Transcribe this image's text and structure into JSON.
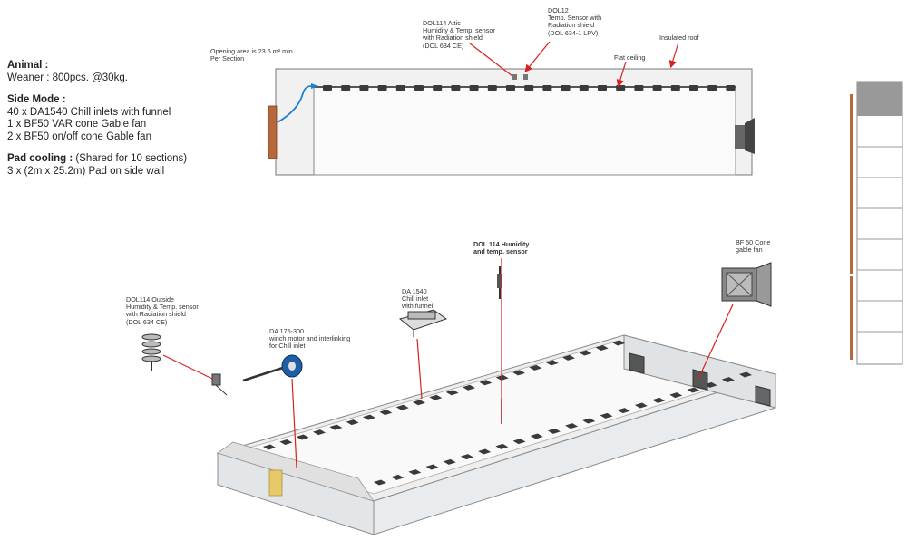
{
  "spec": {
    "animal_heading": "Animal :",
    "animal_value": "Weaner : 800pcs. @30kg.",
    "side_mode_heading": "Side Mode :",
    "side_mode_lines": [
      "40 x DA1540 Chill inlets with funnel",
      "1 x BF50 VAR cone  Gable fan",
      "2 x BF50 on/off cone  Gable fan"
    ],
    "pad_heading": "Pad cooling :",
    "pad_note": " (Shared for 10 sections)",
    "pad_value": "3 x (2m x 25.2m) Pad on side wall"
  },
  "section_labels": {
    "opening_1": "Opening area is 23.6 m² min.",
    "opening_2": "Per Section",
    "attic_1": "DOL114 Attic",
    "attic_2": "Humidity & Temp. sensor",
    "attic_3": "with Radiation shield",
    "attic_4": "(DOL 634 CE)",
    "dol12_1": "DOL12",
    "dol12_2": "Temp. Sensor with",
    "dol12_3": "Radiation shield",
    "dol12_4": "(DOL 634-1 LPV)",
    "insulated_roof": "Insulated roof",
    "flat_ceiling": "Flat ceiling"
  },
  "iso_labels": {
    "dol114_hum_1": "DOL 114 Humidity",
    "dol114_hum_2": "and  temp. sensor",
    "bf50_1": "BF 50 Cone",
    "bf50_2": "gable fan",
    "da1540_1": "DA 1540",
    "da1540_2": "Chill inlet",
    "da1540_3": "with funnel",
    "outside_1": "DOL114 Outside",
    "outside_2": "Humidity & Temp. sensor",
    "outside_3": "with Radiation shield",
    "outside_4": "(DOL 634 CE)",
    "da175_1": "DA 175-300",
    "da175_2": "winch motor and interlinking",
    "da175_3": "for Chill inlet"
  },
  "colors": {
    "callout": "#d92020",
    "pad": "#b8673a",
    "inlet": "#3a3a3a",
    "wall_fill": "#f1f1f1",
    "wall_stroke": "#777777",
    "pipe": "#1e7fd0",
    "winch": "#1f5fa8"
  }
}
